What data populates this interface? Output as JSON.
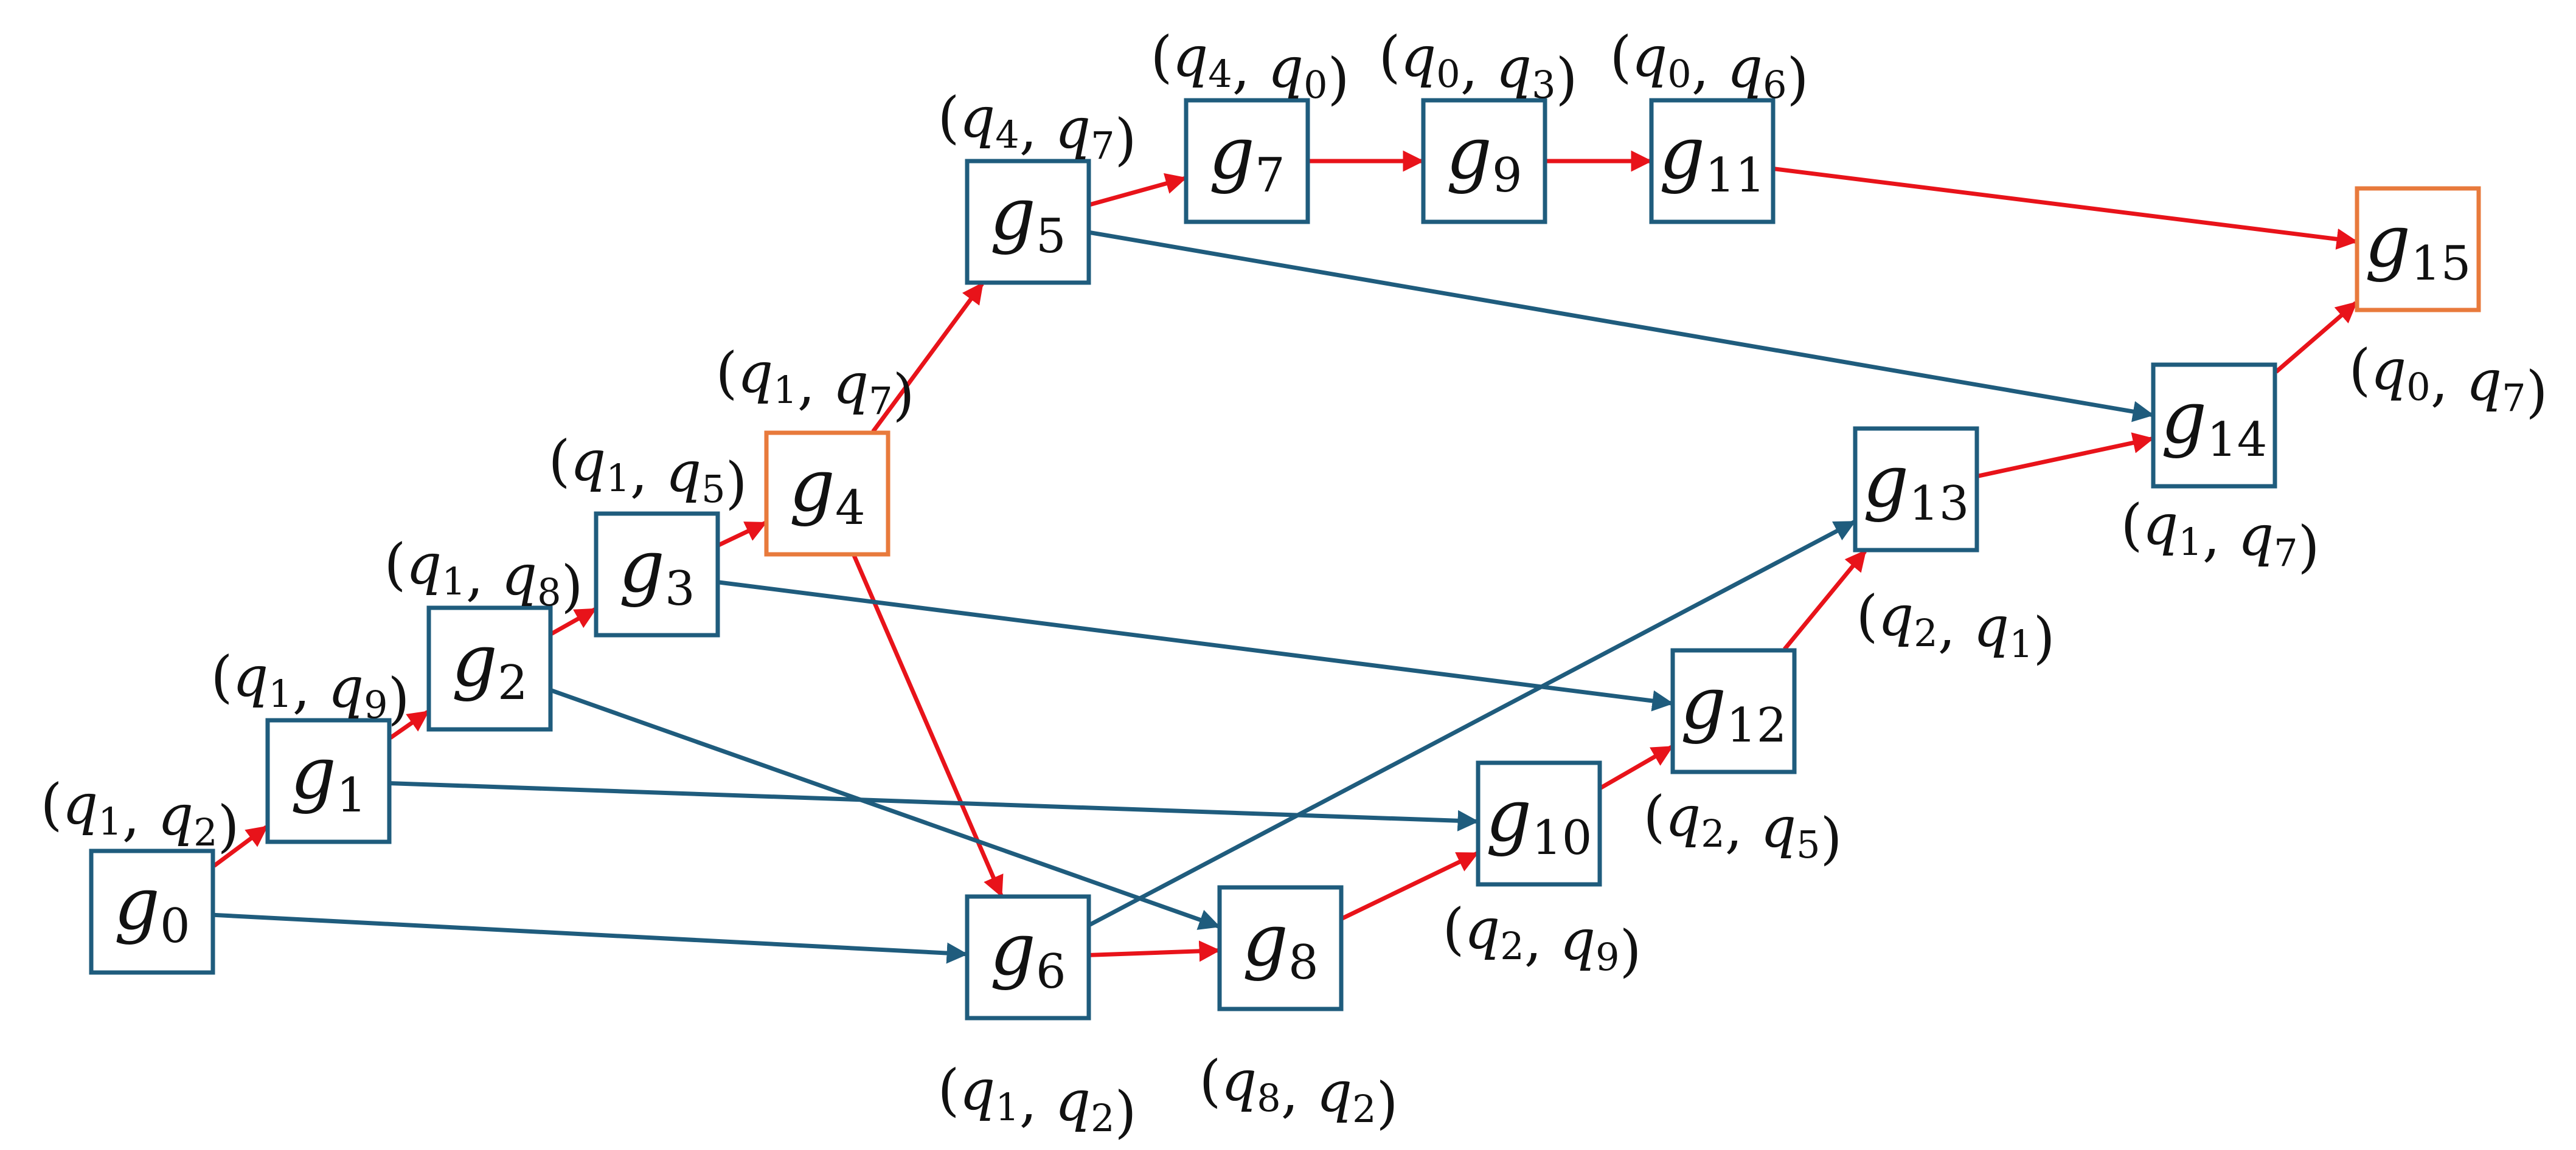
{
  "diagram": {
    "colors": {
      "gate_border": "#1f5c7d",
      "highlight_border": "#e87a3c",
      "red_edge": "#e8131a",
      "blue_edge": "#1f5c7d"
    },
    "gates": [
      {
        "id": "g0",
        "letter": "g",
        "sub": "0",
        "pair": [
          "1",
          "2"
        ],
        "highlight": false
      },
      {
        "id": "g1",
        "letter": "g",
        "sub": "1",
        "pair": [
          "1",
          "9"
        ],
        "highlight": false
      },
      {
        "id": "g2",
        "letter": "g",
        "sub": "2",
        "pair": [
          "1",
          "8"
        ],
        "highlight": false
      },
      {
        "id": "g3",
        "letter": "g",
        "sub": "3",
        "pair": [
          "1",
          "5"
        ],
        "highlight": false
      },
      {
        "id": "g4",
        "letter": "g",
        "sub": "4",
        "pair": [
          "1",
          "7"
        ],
        "highlight": true
      },
      {
        "id": "g5",
        "letter": "g",
        "sub": "5",
        "pair": [
          "4",
          "7"
        ],
        "highlight": false
      },
      {
        "id": "g6",
        "letter": "g",
        "sub": "6",
        "pair": [
          "1",
          "2"
        ],
        "highlight": false
      },
      {
        "id": "g7",
        "letter": "g",
        "sub": "7",
        "pair": [
          "4",
          "0"
        ],
        "highlight": false
      },
      {
        "id": "g8",
        "letter": "g",
        "sub": "8",
        "pair": [
          "8",
          "2"
        ],
        "highlight": false
      },
      {
        "id": "g9",
        "letter": "g",
        "sub": "9",
        "pair": [
          "0",
          "3"
        ],
        "highlight": false
      },
      {
        "id": "g10",
        "letter": "g",
        "sub": "10",
        "pair": [
          "2",
          "9"
        ],
        "highlight": false
      },
      {
        "id": "g11",
        "letter": "g",
        "sub": "11",
        "pair": [
          "0",
          "6"
        ],
        "highlight": false
      },
      {
        "id": "g12",
        "letter": "g",
        "sub": "12",
        "pair": [
          "2",
          "5"
        ],
        "highlight": false
      },
      {
        "id": "g13",
        "letter": "g",
        "sub": "13",
        "pair": [
          "2",
          "1"
        ],
        "highlight": false
      },
      {
        "id": "g14",
        "letter": "g",
        "sub": "14",
        "pair": [
          "1",
          "7"
        ],
        "highlight": false
      },
      {
        "id": "g15",
        "letter": "g",
        "sub": "15",
        "pair": [
          "0",
          "7"
        ],
        "highlight": true
      }
    ],
    "edges": [
      {
        "from": "g0",
        "to": "g1",
        "color": "red"
      },
      {
        "from": "g1",
        "to": "g2",
        "color": "red"
      },
      {
        "from": "g2",
        "to": "g3",
        "color": "red"
      },
      {
        "from": "g3",
        "to": "g4",
        "color": "red"
      },
      {
        "from": "g4",
        "to": "g5",
        "color": "red"
      },
      {
        "from": "g4",
        "to": "g6",
        "color": "red"
      },
      {
        "from": "g5",
        "to": "g7",
        "color": "red"
      },
      {
        "from": "g7",
        "to": "g9",
        "color": "red"
      },
      {
        "from": "g9",
        "to": "g11",
        "color": "red"
      },
      {
        "from": "g11",
        "to": "g15",
        "color": "red"
      },
      {
        "from": "g6",
        "to": "g8",
        "color": "red"
      },
      {
        "from": "g8",
        "to": "g10",
        "color": "red"
      },
      {
        "from": "g10",
        "to": "g12",
        "color": "red"
      },
      {
        "from": "g12",
        "to": "g13",
        "color": "red"
      },
      {
        "from": "g13",
        "to": "g14",
        "color": "red"
      },
      {
        "from": "g14",
        "to": "g15",
        "color": "red"
      },
      {
        "from": "g0",
        "to": "g6",
        "color": "blue"
      },
      {
        "from": "g1",
        "to": "g10",
        "color": "blue"
      },
      {
        "from": "g2",
        "to": "g8",
        "color": "blue"
      },
      {
        "from": "g3",
        "to": "g12",
        "color": "blue"
      },
      {
        "from": "g5",
        "to": "g14",
        "color": "blue"
      },
      {
        "from": "g6",
        "to": "g13",
        "color": "blue"
      }
    ]
  }
}
